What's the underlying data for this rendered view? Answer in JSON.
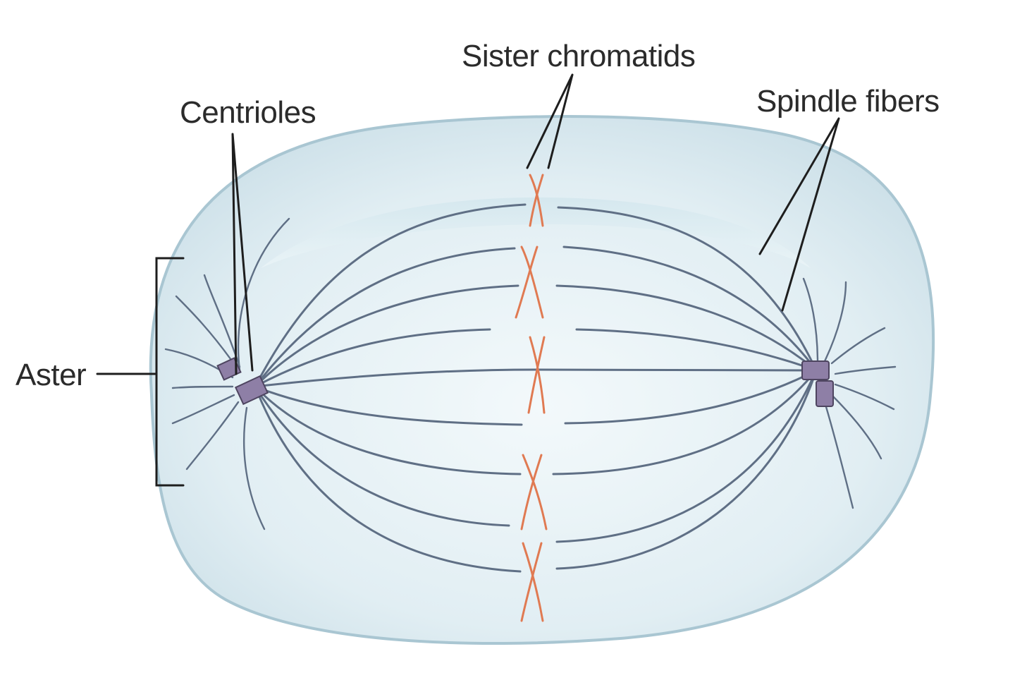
{
  "labels": {
    "sister_chromatids": "Sister chromatids",
    "centrioles": "Centrioles",
    "spindle_fibers": "Spindle fibers",
    "aster": "Aster"
  },
  "colors": {
    "cell_fill": "#dcecf2",
    "cell_edge": "#a9c6d2",
    "fiber": "#5f6f85",
    "chromosome": "#e07a52",
    "centriole": "#8e7fa6",
    "leader": "#1e1e1e"
  }
}
